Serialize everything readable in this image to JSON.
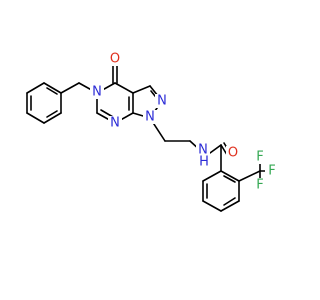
{
  "molecule": {
    "atom_labels": {
      "o_carbonyl_top": "O",
      "n_benzyl": "N",
      "n_pyrazole_top": "N",
      "n_pyrazole_bottom": "N",
      "n_pyrimidine": "N",
      "nh_amide": "N",
      "h_amide": "H",
      "o_amide": "O",
      "f_1": "F",
      "f_2": "F",
      "f_3": "F"
    },
    "colors": {
      "bond": "#000000",
      "nitrogen": "#2b2bd6",
      "oxygen": "#e0301e",
      "fluorine": "#34a853",
      "carbon_text": "#000000"
    }
  }
}
